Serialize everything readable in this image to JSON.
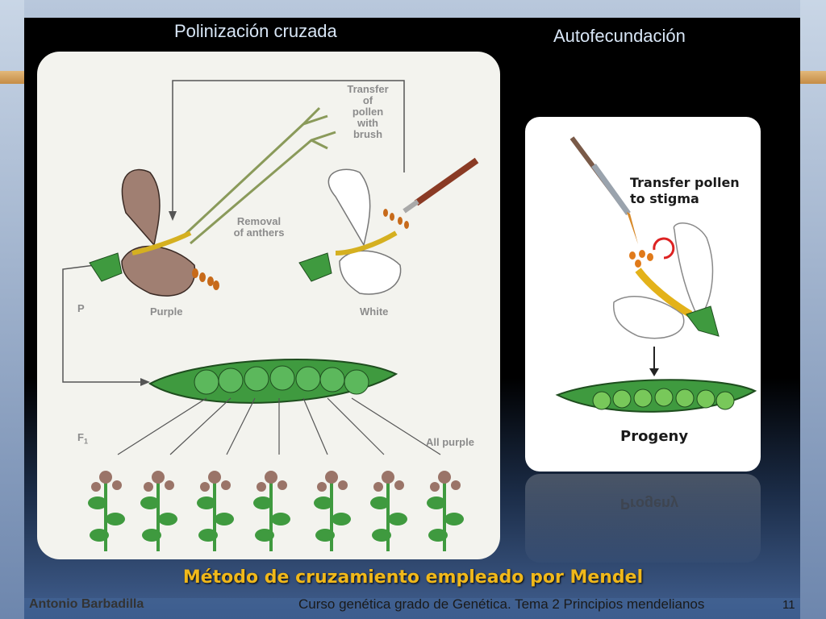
{
  "slide": {
    "title_left": "Polinización cruzada",
    "title_right": "Autofecundación",
    "caption": "Método de cruzamiento empleado por Mendel",
    "footer_author": "Antonio Barbadilla",
    "footer_course": "Curso genética grado de Genética. Tema 2 Principios mendelianos",
    "page_number": "11"
  },
  "left_figure": {
    "transfer_label": [
      "Transfer",
      "of",
      "pollen",
      "with",
      "brush"
    ],
    "removal_label": [
      "Removal",
      "of anthers"
    ],
    "p_label": "P",
    "purple_label": "Purple",
    "white_label": "White",
    "f1_label": "F",
    "f1_subscript": "1",
    "all_purple_label": "All purple"
  },
  "right_figure": {
    "transfer_label": [
      "Transfer pollen",
      "to stigma"
    ],
    "progeny_label": "Progeny"
  },
  "colors": {
    "caption": "#f0b81a",
    "pod_green": "#3f9a3f",
    "petal_purple": "#9a7468",
    "anther_orange": "#e07a1a"
  }
}
